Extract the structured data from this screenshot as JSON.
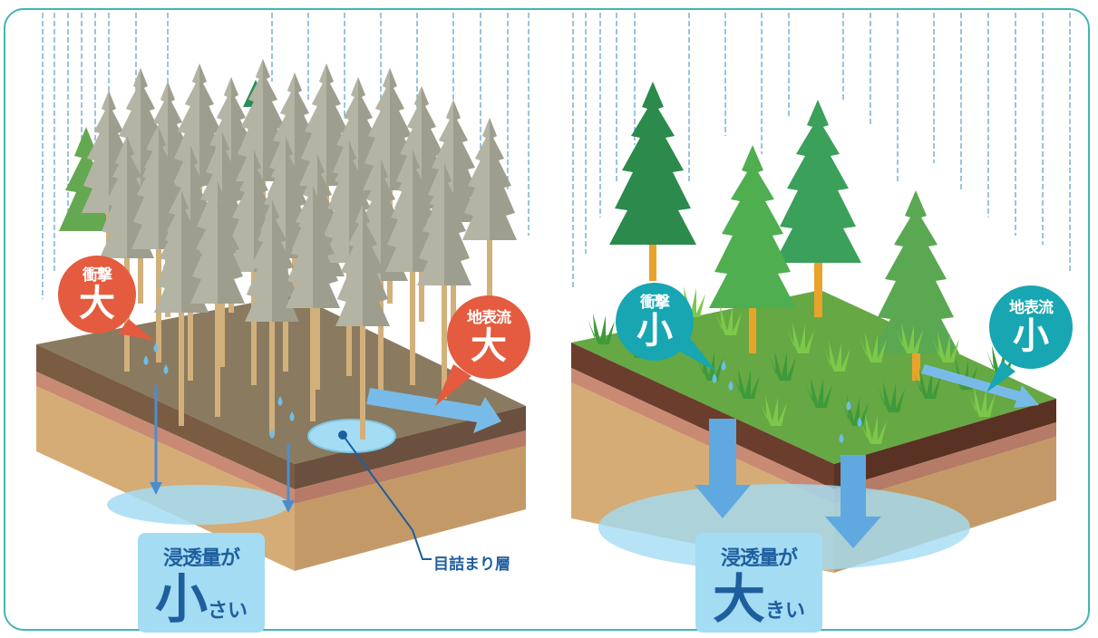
{
  "left_panel": {
    "impact": {
      "label": "衝撃",
      "value": "大"
    },
    "surface_flow": {
      "label": "地表流",
      "value": "大"
    },
    "clogged_layer": "目詰まり層",
    "infiltration": {
      "prefix": "浸透量が",
      "value": "小",
      "suffix": "さい"
    }
  },
  "right_panel": {
    "impact": {
      "label": "衝撃",
      "value": "小"
    },
    "surface_flow": {
      "label": "地表流",
      "value": "小"
    },
    "infiltration": {
      "prefix": "浸透量が",
      "value": "大",
      "suffix": "きい"
    }
  },
  "colors": {
    "frame": "#3fb6b4",
    "alert_red": "#e45b3f",
    "healthy_teal": "#17a6b2",
    "water_blue": "#a4dcf4",
    "text_blue": "#1f5e9e"
  }
}
